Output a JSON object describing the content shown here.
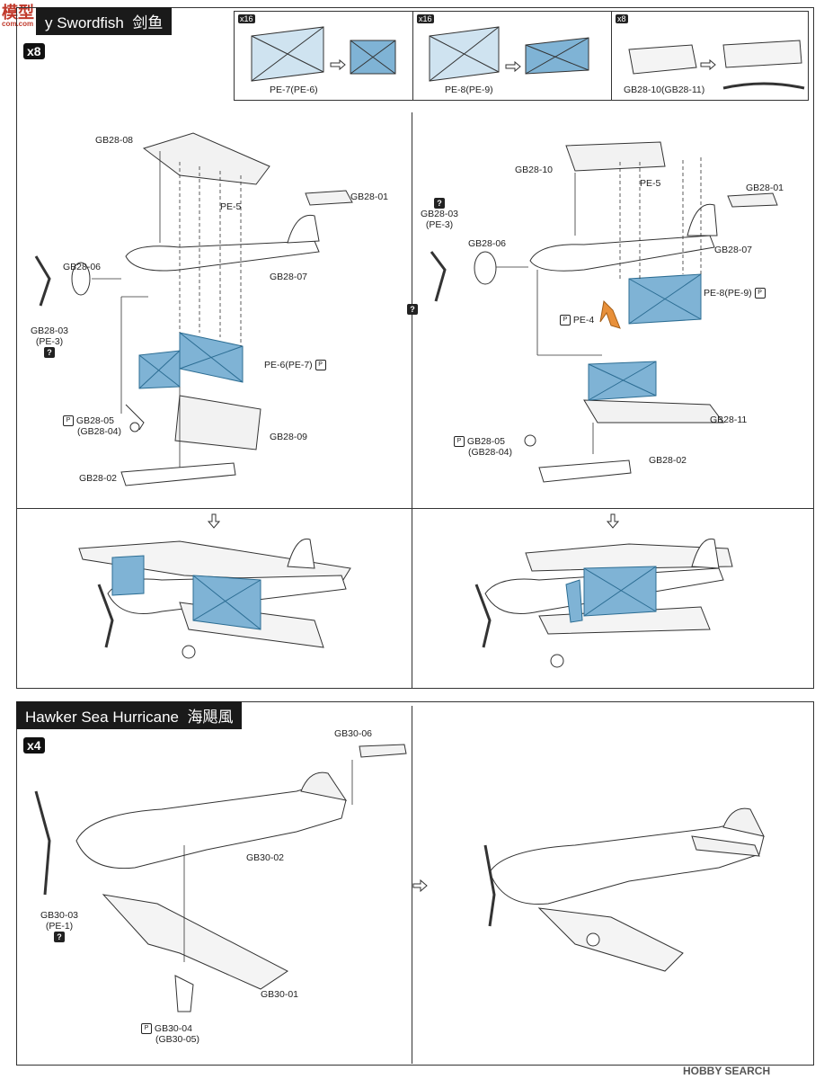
{
  "watermark": {
    "top_left": "模型",
    "top_left_sub": "com.com",
    "bottom_right": "HOBBY SEARCH"
  },
  "swordfish": {
    "title": "y Swordfish",
    "title_cn": "剑鱼",
    "multiplier": "x8",
    "pe_panels": [
      {
        "count": "x16",
        "label": "PE-7(PE-6)"
      },
      {
        "count": "x16",
        "label": "PE-8(PE-9)"
      },
      {
        "count": "x8",
        "label": "GB28-10(GB28-11)"
      }
    ],
    "left_parts": {
      "gb08": "GB28-08",
      "gb01": "GB28-01",
      "pe5": "PE-5",
      "gb06": "GB28-06",
      "gb07": "GB28-07",
      "gb03": "GB28-03",
      "gb03_alt": "(PE-3)",
      "pe6": "PE-6(PE-7)",
      "gb05": "GB28-05",
      "gb05_alt": "(GB28-04)",
      "gb09": "GB28-09",
      "gb02": "GB28-02"
    },
    "right_parts": {
      "gb10": "GB28-10",
      "pe5": "PE-5",
      "gb01": "GB28-01",
      "gb03": "GB28-03",
      "gb03_alt": "(PE-3)",
      "gb06": "GB28-06",
      "gb07": "GB28-07",
      "pe8": "PE-8(PE-9)",
      "pe4": "PE-4",
      "gb11": "GB28-11",
      "gb05": "GB28-05",
      "gb05_alt": "(GB28-04)",
      "gb02": "GB28-02"
    }
  },
  "hurricane": {
    "title": "Hawker Sea Hurricane",
    "title_cn": "海飓風",
    "multiplier": "x4",
    "parts": {
      "gb06": "GB30-06",
      "gb02": "GB30-02",
      "gb03": "GB30-03",
      "gb03_alt": "(PE-1)",
      "gb01": "GB30-01",
      "gb04": "GB30-04",
      "gb04_alt": "(GB30-05)"
    }
  },
  "colors": {
    "pe_blue": "#7fb3d5",
    "pe_orange": "#e8903a",
    "line": "#333333"
  }
}
